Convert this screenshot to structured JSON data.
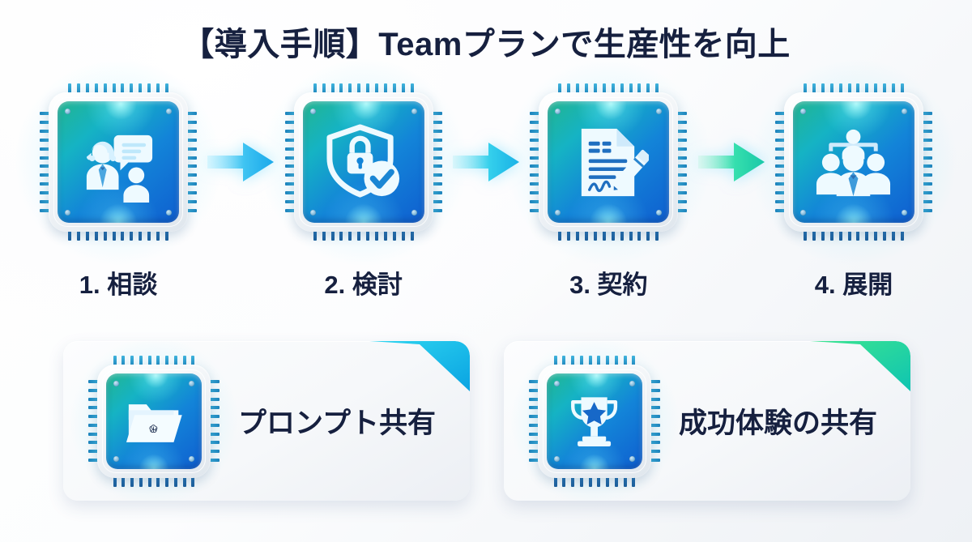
{
  "page": {
    "title": "【導入手順】Teamプランで生産性を向上",
    "background_color": "#f7f9fb",
    "text_color": "#16203f"
  },
  "flow": {
    "steps": [
      {
        "number": "1.",
        "label": "1. 相談",
        "name": "相談",
        "icon": "consultation-headset-chat-icon"
      },
      {
        "number": "2.",
        "label": "2. 検討",
        "name": "検討",
        "icon": "shield-lock-check-icon"
      },
      {
        "number": "3.",
        "label": "3. 契約",
        "name": "契約",
        "icon": "contract-document-pencil-icon"
      },
      {
        "number": "4.",
        "label": "4. 展開",
        "name": "展開",
        "icon": "team-group-people-icon"
      }
    ],
    "arrows": [
      {
        "name": "arrow-right-icon",
        "color": "#29b6e8"
      },
      {
        "name": "arrow-right-icon",
        "color": "#25c4e0"
      },
      {
        "name": "arrow-right-icon",
        "color": "#2ed6a5"
      }
    ]
  },
  "cards": [
    {
      "label": "プロンプト共有",
      "icon": "folder-openai-logo-icon",
      "corner_color": "#22bdee",
      "corner_color_2": "#0aa8e0"
    },
    {
      "label": "成功体験の共有",
      "icon": "trophy-star-icon",
      "corner_color": "#2fd98f",
      "corner_color_2": "#13c7a8"
    }
  ],
  "colors": {
    "chip_teal": "#22b48f",
    "chip_cyan": "#15b3c4",
    "chip_blue": "#1384d8",
    "chip_deep_blue": "#0f5fd0",
    "pin_blue": "#2e9fd4",
    "accent_cyan": "#29b6e8",
    "accent_green": "#2ed6a5",
    "navy_text": "#16203f",
    "card_bg": "#f6f8fa"
  }
}
